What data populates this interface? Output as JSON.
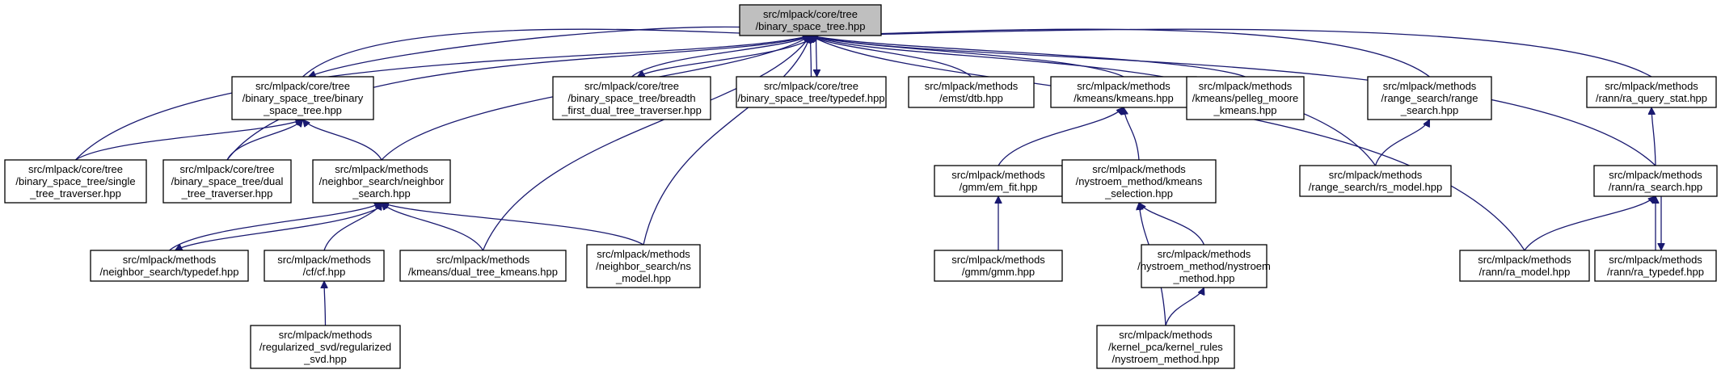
{
  "graph": {
    "type": "include-dependency-graph",
    "colors": {
      "edge": "#191970",
      "root_fill": "#bfbfbf",
      "node_fill": "#ffffff",
      "node_border": "#000000"
    },
    "nodes": [
      {
        "id": "n0",
        "lines": [
          "src/mlpack/core/tree",
          "/binary_space_tree.hpp"
        ],
        "root": true
      },
      {
        "id": "n1",
        "lines": [
          "src/mlpack/core/tree",
          "/binary_space_tree/binary",
          "_space_tree.hpp"
        ]
      },
      {
        "id": "n2",
        "lines": [
          "src/mlpack/core/tree",
          "/binary_space_tree/breadth",
          "_first_dual_tree_traverser.hpp"
        ]
      },
      {
        "id": "n3",
        "lines": [
          "src/mlpack/core/tree",
          "/binary_space_tree/typedef.hpp"
        ]
      },
      {
        "id": "n4",
        "lines": [
          "src/mlpack/methods",
          "/emst/dtb.hpp"
        ]
      },
      {
        "id": "n5",
        "lines": [
          "src/mlpack/methods",
          "/kmeans/kmeans.hpp"
        ]
      },
      {
        "id": "n6",
        "lines": [
          "src/mlpack/methods",
          "/kmeans/pelleg_moore",
          "_kmeans.hpp"
        ]
      },
      {
        "id": "n7",
        "lines": [
          "src/mlpack/methods",
          "/range_search/range",
          "_search.hpp"
        ]
      },
      {
        "id": "n8",
        "lines": [
          "src/mlpack/methods",
          "/rann/ra_query_stat.hpp"
        ]
      },
      {
        "id": "n9",
        "lines": [
          "src/mlpack/core/tree",
          "/binary_space_tree/single",
          "_tree_traverser.hpp"
        ]
      },
      {
        "id": "n10",
        "lines": [
          "src/mlpack/core/tree",
          "/binary_space_tree/dual",
          "_tree_traverser.hpp"
        ]
      },
      {
        "id": "n11",
        "lines": [
          "src/mlpack/methods",
          "/neighbor_search/neighbor",
          "_search.hpp"
        ]
      },
      {
        "id": "n12",
        "lines": [
          "src/mlpack/methods",
          "/gmm/em_fit.hpp"
        ]
      },
      {
        "id": "n13",
        "lines": [
          "src/mlpack/methods",
          "/nystroem_method/kmeans",
          "_selection.hpp"
        ]
      },
      {
        "id": "n14",
        "lines": [
          "src/mlpack/methods",
          "/range_search/rs_model.hpp"
        ]
      },
      {
        "id": "n15",
        "lines": [
          "src/mlpack/methods",
          "/rann/ra_search.hpp"
        ]
      },
      {
        "id": "n16",
        "lines": [
          "src/mlpack/methods",
          "/neighbor_search/typedef.hpp"
        ]
      },
      {
        "id": "n17",
        "lines": [
          "src/mlpack/methods",
          "/cf/cf.hpp"
        ]
      },
      {
        "id": "n18",
        "lines": [
          "src/mlpack/methods",
          "/kmeans/dual_tree_kmeans.hpp"
        ]
      },
      {
        "id": "n19",
        "lines": [
          "src/mlpack/methods",
          "/neighbor_search/ns",
          "_model.hpp"
        ]
      },
      {
        "id": "n20",
        "lines": [
          "src/mlpack/methods",
          "/gmm/gmm.hpp"
        ]
      },
      {
        "id": "n21",
        "lines": [
          "src/mlpack/methods",
          "/nystroem_method/nystroem",
          "_method.hpp"
        ]
      },
      {
        "id": "n22",
        "lines": [
          "src/mlpack/methods",
          "/rann/ra_model.hpp"
        ]
      },
      {
        "id": "n23",
        "lines": [
          "src/mlpack/methods",
          "/rann/ra_typedef.hpp"
        ]
      },
      {
        "id": "n24",
        "lines": [
          "src/mlpack/methods",
          "/regularized_svd/regularized",
          "_svd.hpp"
        ]
      },
      {
        "id": "n25",
        "lines": [
          "src/mlpack/methods",
          "/kernel_pca/kernel_rules",
          "/nystroem_method.hpp"
        ]
      }
    ],
    "edges": [
      {
        "from": "n1",
        "to": "n0"
      },
      {
        "from": "n2",
        "to": "n0"
      },
      {
        "from": "n3",
        "to": "n0"
      },
      {
        "from": "n4",
        "to": "n0"
      },
      {
        "from": "n5",
        "to": "n0"
      },
      {
        "from": "n6",
        "to": "n0"
      },
      {
        "from": "n7",
        "to": "n0"
      },
      {
        "from": "n8",
        "to": "n0"
      },
      {
        "from": "n9",
        "to": "n0"
      },
      {
        "from": "n10",
        "to": "n0"
      },
      {
        "from": "n11",
        "to": "n0"
      },
      {
        "from": "n14",
        "to": "n0"
      },
      {
        "from": "n15",
        "to": "n0"
      },
      {
        "from": "n18",
        "to": "n0"
      },
      {
        "from": "n19",
        "to": "n0"
      },
      {
        "from": "n22",
        "to": "n0"
      },
      {
        "from": "n0",
        "to": "n1"
      },
      {
        "from": "n0",
        "to": "n2"
      },
      {
        "from": "n0",
        "to": "n3"
      },
      {
        "from": "n9",
        "to": "n1"
      },
      {
        "from": "n10",
        "to": "n1"
      },
      {
        "from": "n11",
        "to": "n1"
      },
      {
        "from": "n12",
        "to": "n5"
      },
      {
        "from": "n13",
        "to": "n5"
      },
      {
        "from": "n14",
        "to": "n7"
      },
      {
        "from": "n15",
        "to": "n8"
      },
      {
        "from": "n16",
        "to": "n11"
      },
      {
        "from": "n11",
        "to": "n16"
      },
      {
        "from": "n17",
        "to": "n11"
      },
      {
        "from": "n18",
        "to": "n11"
      },
      {
        "from": "n19",
        "to": "n11"
      },
      {
        "from": "n20",
        "to": "n12"
      },
      {
        "from": "n21",
        "to": "n13"
      },
      {
        "from": "n25",
        "to": "n13"
      },
      {
        "from": "n24",
        "to": "n17"
      },
      {
        "from": "n22",
        "to": "n15"
      },
      {
        "from": "n23",
        "to": "n15"
      },
      {
        "from": "n15",
        "to": "n23"
      },
      {
        "from": "n25",
        "to": "n21"
      }
    ]
  }
}
